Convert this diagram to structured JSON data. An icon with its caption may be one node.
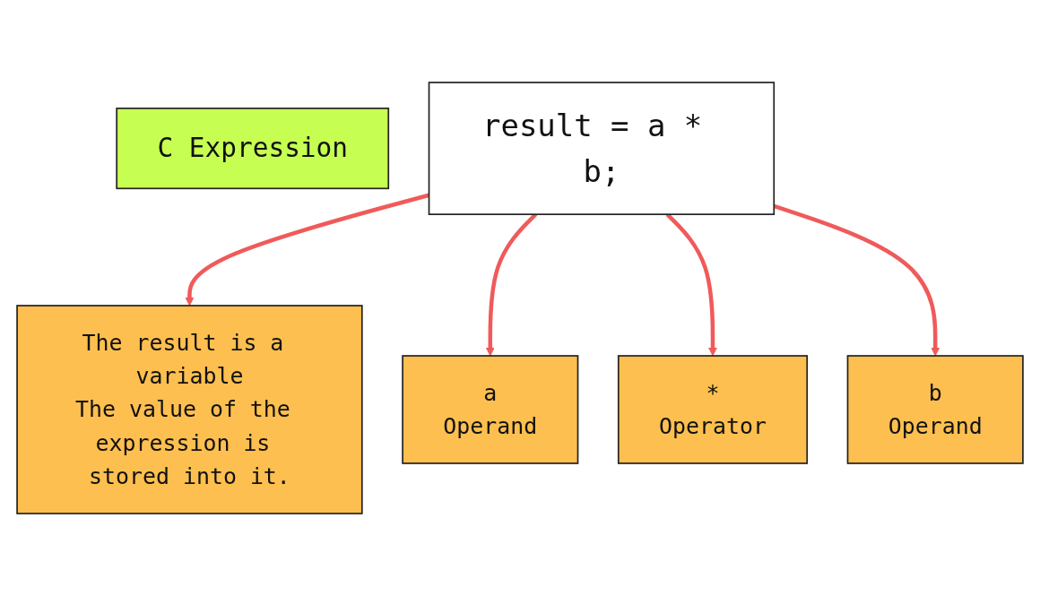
{
  "diagram": {
    "nodes": [
      {
        "text": [
          "C Expression"
        ]
      },
      {
        "text": [
          "result = a * b;"
        ]
      },
      {
        "text": [
          "The result is a variable",
          "The value of the expression is stored into it."
        ]
      },
      {
        "text": [
          "a",
          "Operand"
        ]
      },
      {
        "text": [
          "*",
          "Operator"
        ]
      },
      {
        "text": [
          "b",
          "Operand"
        ]
      }
    ],
    "edges": [
      {
        "from": 1,
        "to": 2,
        "arrow": "to"
      },
      {
        "from": 1,
        "to": 3,
        "arrow": "to"
      },
      {
        "from": 1,
        "to": 4,
        "arrow": "to"
      },
      {
        "from": 1,
        "to": 5,
        "arrow": "to"
      }
    ]
  }
}
